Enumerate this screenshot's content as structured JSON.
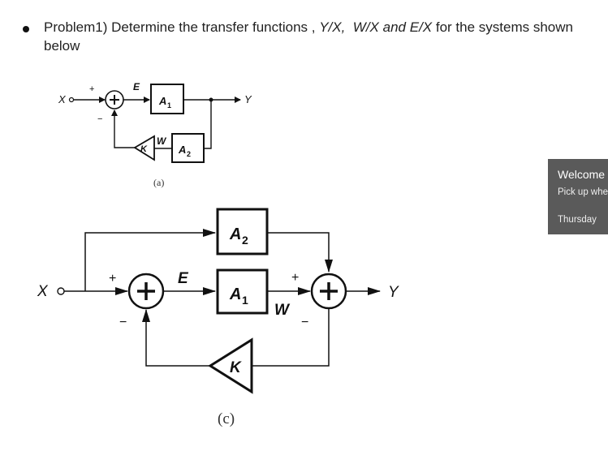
{
  "problem": {
    "prefix": "Problem1) Determine the transfer functions , ",
    "tf1": "Y/X,",
    "tf2": "W/X",
    "and": "and",
    "tf3": "E/X",
    "suffix": " for the systems shown below"
  },
  "diagram_a": {
    "input": "X",
    "plus": "+",
    "minus": "−",
    "error": "E",
    "block1": "A",
    "block1_sub": "1",
    "output": "Y",
    "w": "W",
    "k": "K",
    "block2": "A",
    "block2_sub": "2",
    "caption": "(a)"
  },
  "diagram_c": {
    "input": "X",
    "plus1": "+",
    "minus1": "−",
    "error": "E",
    "block1": "A",
    "block1_sub": "1",
    "block2": "A",
    "block2_sub": "2",
    "w": "W",
    "plus2": "+",
    "minus2": "−",
    "output": "Y",
    "k": "K",
    "caption": "(c)"
  },
  "notification": {
    "title": "Welcome back!",
    "subtitle": "Pick up where you left off",
    "time": "Thursday"
  }
}
